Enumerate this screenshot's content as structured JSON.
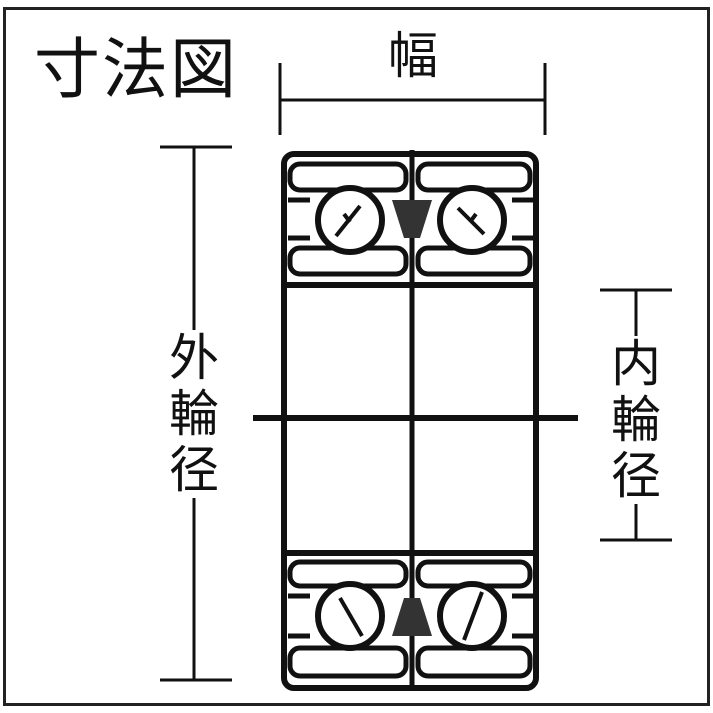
{
  "diagram": {
    "title": "寸法図",
    "type": "double-row angular contact ball bearing cross-section dimension drawing",
    "dimensions": {
      "width": {
        "label": "幅"
      },
      "outer_diameter": {
        "label_chars": [
          "外",
          "輪",
          "径"
        ],
        "label": "外輪径"
      },
      "inner_diameter": {
        "label_chars": [
          "内",
          "輪",
          "径"
        ],
        "label": "内輪径"
      }
    },
    "colors": {
      "line": "#111111",
      "background": "#ffffff",
      "frame": "#222222"
    }
  }
}
